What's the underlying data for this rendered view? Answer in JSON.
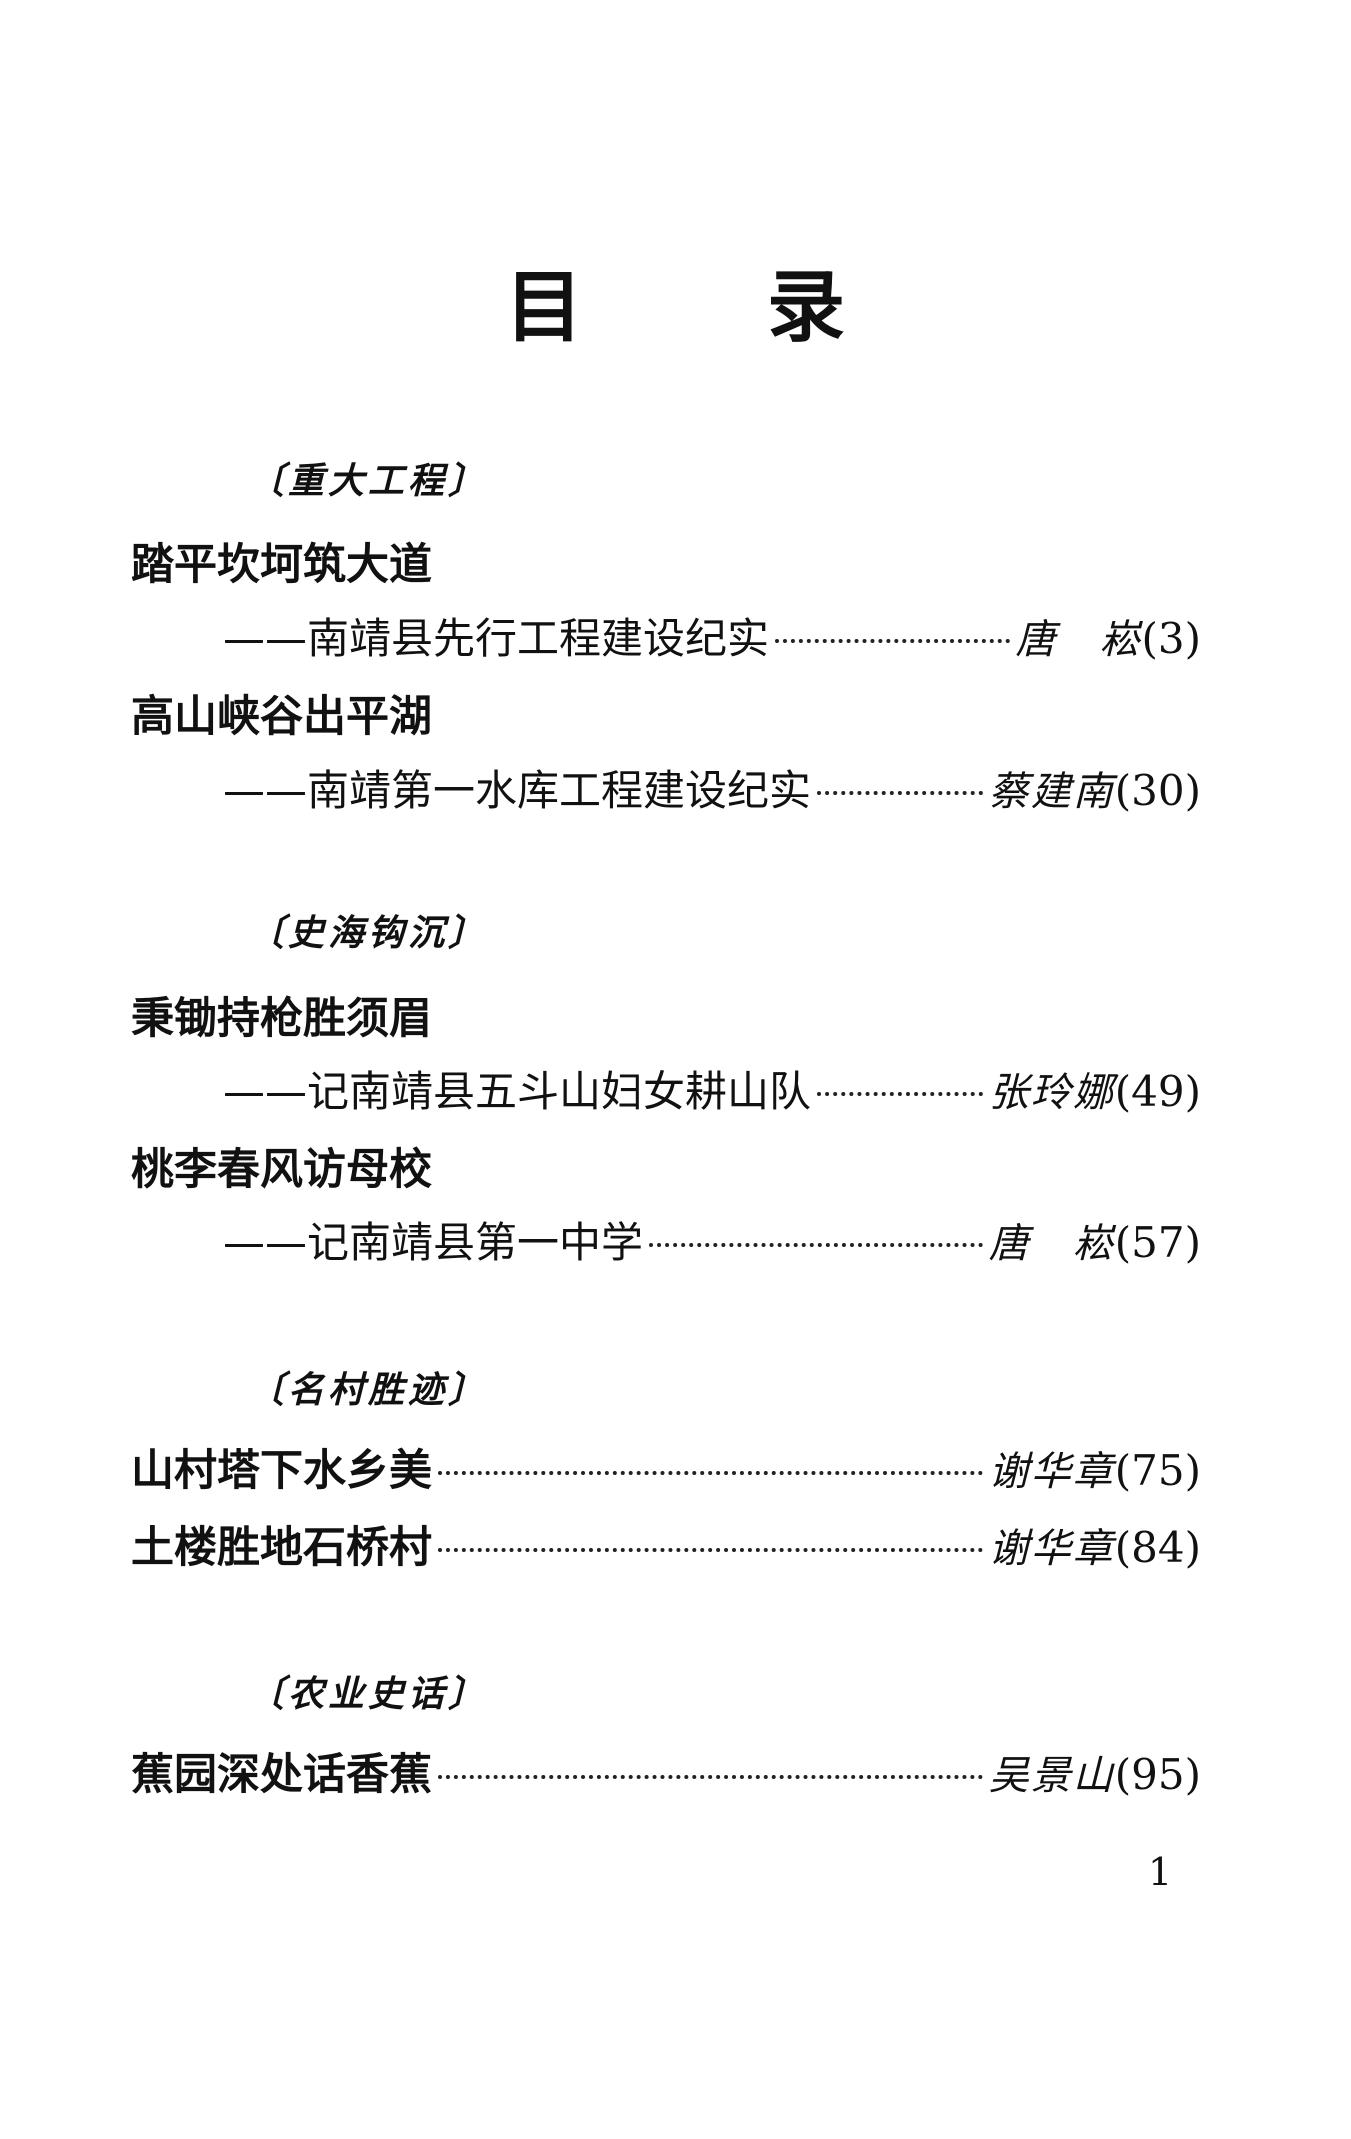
{
  "title": [
    "目",
    "录"
  ],
  "sections": [
    {
      "label": "〔重大工程〕",
      "entries": [
        {
          "title": "踏平坎坷筑大道",
          "subtitle": "——南靖县先行工程建设纪实",
          "author": "唐　崧",
          "page": "(3)"
        },
        {
          "title": "高山峡谷出平湖",
          "subtitle": "——南靖第一水库工程建设纪实",
          "author": "蔡建南",
          "page": "(30)"
        }
      ]
    },
    {
      "label": "〔史海钩沉〕",
      "entries": [
        {
          "title": "秉锄持枪胜须眉",
          "subtitle": "——记南靖县五斗山妇女耕山队",
          "author": "张玲娜",
          "page": "(49)"
        },
        {
          "title": "桃李春风访母校",
          "subtitle": "——记南靖县第一中学",
          "author": "唐　崧",
          "page": "(57)"
        }
      ]
    },
    {
      "label": "〔名村胜迹〕",
      "entries": [
        {
          "title": "山村塔下水乡美",
          "author": "谢华章",
          "page": "(75)"
        },
        {
          "title": "土楼胜地石桥村",
          "author": "谢华章",
          "page": "(84)"
        }
      ]
    },
    {
      "label": "〔农业史话〕",
      "entries": [
        {
          "title": "蕉园深处话香蕉",
          "author": "吴景山",
          "page": "(95)"
        }
      ]
    }
  ],
  "page_number": "1"
}
